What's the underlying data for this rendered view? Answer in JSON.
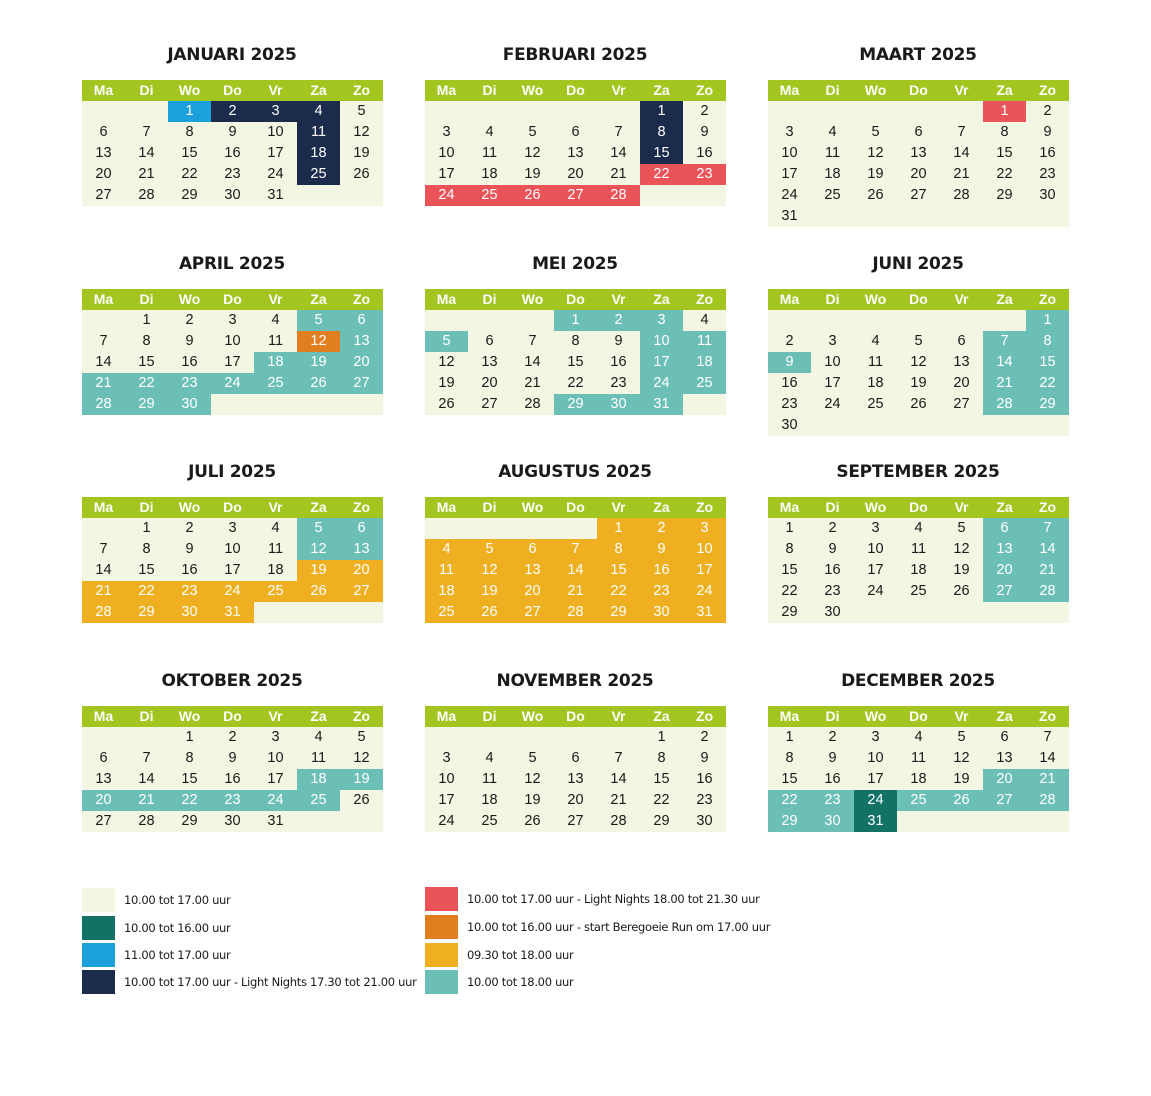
{
  "colors": {
    "header": "#a3c520",
    "c": "#f4f6e4",
    "dt": "#127266",
    "lb": "#1ba0dc",
    "nv": "#1a2b4c",
    "rd": "#ea5459",
    "or": "#e07e20",
    "ye": "#eeb020",
    "tq": "#6cbfb6"
  },
  "weekdays": [
    "Ma",
    "Di",
    "Wo",
    "Do",
    "Vr",
    "Za",
    "Zo"
  ],
  "months": [
    {
      "title": "JANUARI 2025",
      "offset": 2,
      "days": 31,
      "colors": {
        "1": "lb",
        "2": "nv",
        "3": "nv",
        "4": "nv",
        "11": "nv",
        "18": "nv",
        "25": "nv"
      }
    },
    {
      "title": "FEBRUARI 2025",
      "offset": 5,
      "days": 28,
      "colors": {
        "1": "nv",
        "8": "nv",
        "15": "nv",
        "22": "rd",
        "23": "rd",
        "24": "rd",
        "25": "rd",
        "26": "rd",
        "27": "rd",
        "28": "rd"
      }
    },
    {
      "title": "MAART 2025",
      "offset": 5,
      "days": 31,
      "colors": {
        "1": "rd"
      }
    },
    {
      "title": "APRIL 2025",
      "offset": 1,
      "days": 30,
      "colors": {
        "5": "tq",
        "6": "tq",
        "12": "or",
        "13": "tq",
        "18": "tq",
        "19": "tq",
        "20": "tq",
        "21": "tq",
        "22": "tq",
        "23": "tq",
        "24": "tq",
        "25": "tq",
        "26": "tq",
        "27": "tq",
        "28": "tq",
        "29": "tq",
        "30": "tq"
      }
    },
    {
      "title": "MEI 2025",
      "offset": 3,
      "days": 31,
      "colors": {
        "1": "tq",
        "2": "tq",
        "3": "tq",
        "5": "tq",
        "10": "tq",
        "11": "tq",
        "17": "tq",
        "18": "tq",
        "24": "tq",
        "25": "tq",
        "29": "tq",
        "30": "tq",
        "31": "tq"
      }
    },
    {
      "title": "JUNI 2025",
      "offset": 6,
      "days": 30,
      "colors": {
        "1": "tq",
        "7": "tq",
        "8": "tq",
        "9": "tq",
        "14": "tq",
        "15": "tq",
        "21": "tq",
        "22": "tq",
        "28": "tq",
        "29": "tq"
      }
    },
    {
      "title": "JULI 2025",
      "offset": 1,
      "days": 31,
      "colors": {
        "5": "tq",
        "6": "tq",
        "12": "tq",
        "13": "tq",
        "19": "ye",
        "20": "ye",
        "21": "ye",
        "22": "ye",
        "23": "ye",
        "24": "ye",
        "25": "ye",
        "26": "ye",
        "27": "ye",
        "28": "ye",
        "29": "ye",
        "30": "ye",
        "31": "ye"
      }
    },
    {
      "title": "AUGUSTUS 2025",
      "offset": 4,
      "days": 31,
      "colors": {
        "1": "ye",
        "2": "ye",
        "3": "ye",
        "4": "ye",
        "5": "ye",
        "6": "ye",
        "7": "ye",
        "8": "ye",
        "9": "ye",
        "10": "ye",
        "11": "ye",
        "12": "ye",
        "13": "ye",
        "14": "ye",
        "15": "ye",
        "16": "ye",
        "17": "ye",
        "18": "ye",
        "19": "ye",
        "20": "ye",
        "21": "ye",
        "22": "ye",
        "23": "ye",
        "24": "ye",
        "25": "ye",
        "26": "ye",
        "27": "ye",
        "28": "ye",
        "29": "ye",
        "30": "ye",
        "31": "ye"
      }
    },
    {
      "title": "SEPTEMBER 2025",
      "offset": 0,
      "days": 30,
      "colors": {
        "6": "tq",
        "7": "tq",
        "13": "tq",
        "14": "tq",
        "20": "tq",
        "21": "tq",
        "27": "tq",
        "28": "tq"
      }
    },
    {
      "title": "OKTOBER 2025",
      "offset": 2,
      "days": 31,
      "colors": {
        "18": "tq",
        "19": "tq",
        "20": "tq",
        "21": "tq",
        "22": "tq",
        "23": "tq",
        "24": "tq",
        "25": "tq"
      }
    },
    {
      "title": "NOVEMBER 2025",
      "offset": 5,
      "days": 30,
      "colors": {}
    },
    {
      "title": "DECEMBER 2025",
      "offset": 0,
      "days": 31,
      "colors": {
        "20": "tq",
        "21": "tq",
        "22": "tq",
        "23": "tq",
        "24": "dt",
        "25": "tq",
        "26": "tq",
        "27": "tq",
        "28": "tq",
        "29": "tq",
        "30": "tq",
        "31": "dt"
      }
    }
  ],
  "legend": [
    {
      "color": "c",
      "label": "10.00 tot 17.00 uur"
    },
    {
      "color": "dt",
      "label": "10.00 tot 16.00 uur"
    },
    {
      "color": "lb",
      "label": "11.00 tot 17.00 uur"
    },
    {
      "color": "nv",
      "label": "10.00 tot 17.00 uur - Light Nights 17.30 tot 21.00 uur"
    },
    {
      "color": "rd",
      "label": "10.00 tot 17.00 uur - Light Nights 18.00 tot 21.30 uur"
    },
    {
      "color": "or",
      "label": "10.00 tot 16.00 uur - start Beregoeie Run om 17.00 uur"
    },
    {
      "color": "ye",
      "label": "09.30 tot 18.00 uur"
    },
    {
      "color": "tq",
      "label": "10.00 tot 18.00 uur"
    }
  ]
}
